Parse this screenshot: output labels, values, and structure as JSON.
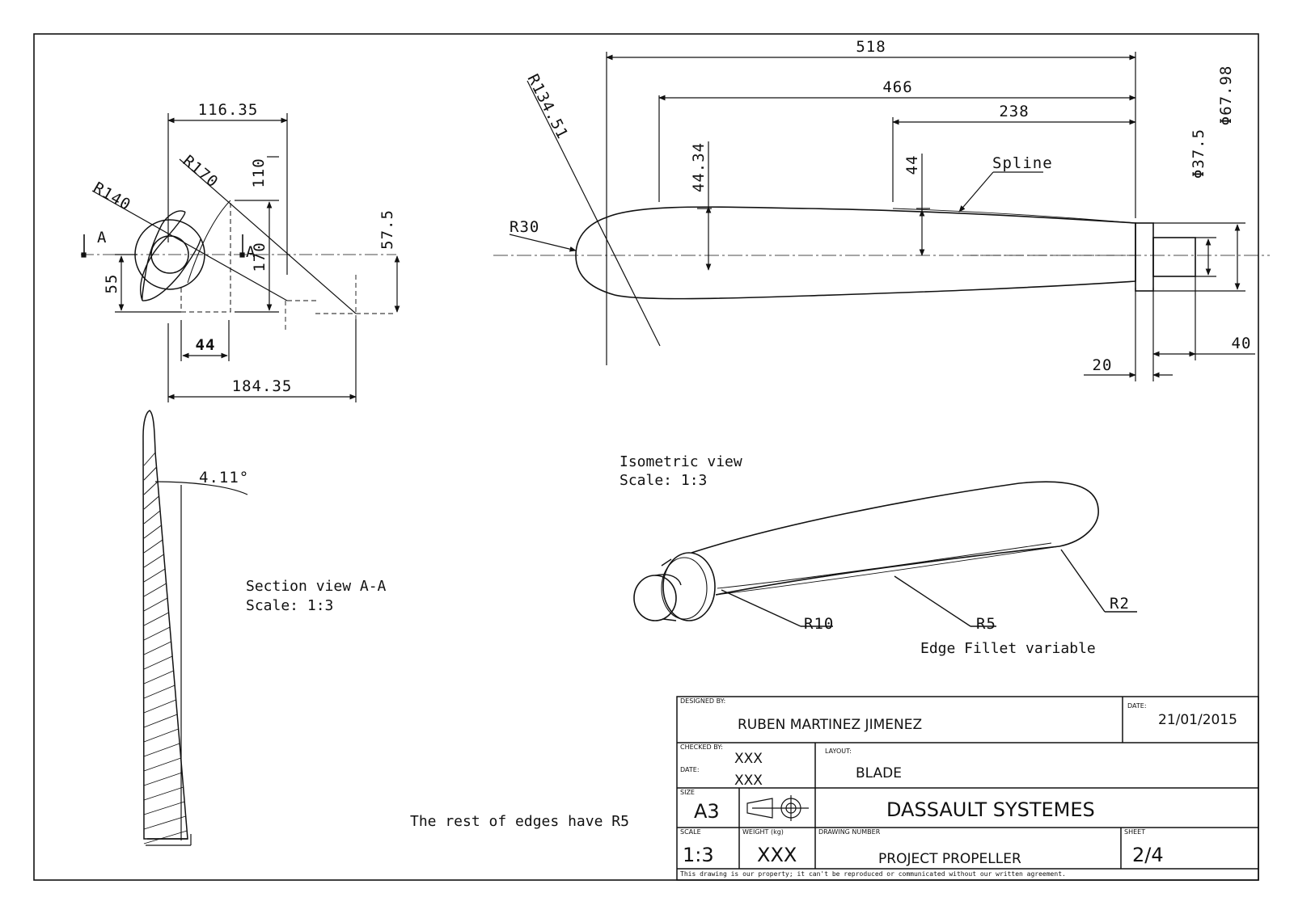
{
  "top_view": {
    "dims": {
      "d116": "116.35",
      "d184": "184.35",
      "d44": "44",
      "d55": "55",
      "d110": "110",
      "d170v": "170",
      "d57": "57.5",
      "r140": "R140",
      "r170": "R170",
      "sec_a_left": "A",
      "sec_a_right": "A"
    }
  },
  "front_view": {
    "dims": {
      "d518": "518",
      "d466": "466",
      "d238": "238",
      "d44_34": "44.34",
      "d44": "44",
      "r134": "R134.51",
      "r30": "R30",
      "spline": "Spline",
      "phi37": "Φ37.5",
      "phi67": "Φ67.98",
      "d20": "20",
      "d40": "40"
    }
  },
  "section_view": {
    "angle": "4.11°",
    "title": "Section view A-A",
    "scale": "Scale:  1:3"
  },
  "isometric_view": {
    "title": "Isometric view",
    "scale": "Scale:  1:3",
    "r2": "R2",
    "r5": "R5",
    "r10": "R10",
    "fillet_note": "Edge Fillet variable"
  },
  "notes": {
    "edges": "The rest of edges have R5"
  },
  "title_block": {
    "designed_by_label": "DESIGNED BY:",
    "designer": "RUBEN MARTINEZ JIMENEZ",
    "date_label": "DATE:",
    "date": "21/01/2015",
    "checked_by_label": "CHECKED BY:",
    "checked_by": "XXX",
    "checked_date_label": "DATE:",
    "checked_date": "XXX",
    "layout_label": "LAYOUT:",
    "layout": "BLADE",
    "size_label": "SIZE",
    "size": "A3",
    "company": "DASSAULT SYSTEMES",
    "scale_label": "SCALE",
    "scale": "1:3",
    "weight_label": "WEIGHT (kg)",
    "weight": "XXX",
    "drawing_number_label": "DRAWING NUMBER",
    "drawing_number": "PROJECT PROPELLER",
    "sheet_label": "SHEET",
    "sheet": "2/4",
    "disclaimer": "This drawing is our property; it can't be reproduced or communicated without our written agreement."
  }
}
